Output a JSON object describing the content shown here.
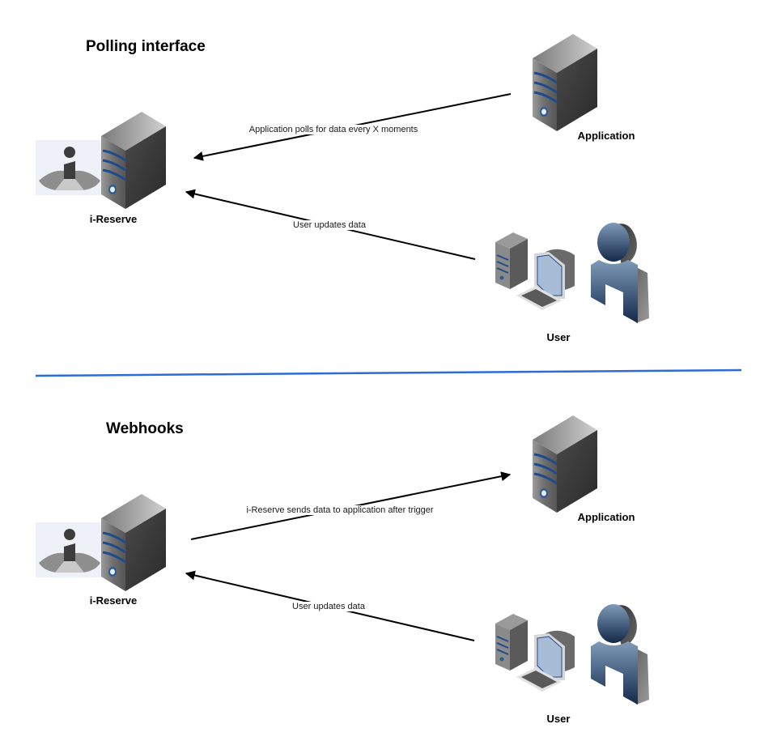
{
  "sections": [
    {
      "title": "Polling interface",
      "nodes": {
        "ireserve": {
          "label": "i-Reserve",
          "icons": [
            "ireserve-logo-icon",
            "server-icon"
          ]
        },
        "application": {
          "label": "Application",
          "icons": [
            "server-icon"
          ]
        },
        "user": {
          "label": "User",
          "icons": [
            "workstation-icon",
            "person-icon"
          ]
        }
      },
      "edges": [
        {
          "label": "Application polls for data every X moments",
          "from": "Application",
          "to": "i-Reserve"
        },
        {
          "label": "User updates data",
          "from": "User",
          "to": "i-Reserve"
        }
      ]
    },
    {
      "title": "Webhooks",
      "nodes": {
        "ireserve": {
          "label": "i-Reserve",
          "icons": [
            "ireserve-logo-icon",
            "server-icon"
          ]
        },
        "application": {
          "label": "Application",
          "icons": [
            "server-icon"
          ]
        },
        "user": {
          "label": "User",
          "icons": [
            "workstation-icon",
            "person-icon"
          ]
        }
      },
      "edges": [
        {
          "label": "i-Reserve sends data to application after trigger",
          "from": "i-Reserve",
          "to": "Application"
        },
        {
          "label": "User updates data",
          "from": "User",
          "to": "i-Reserve"
        }
      ]
    }
  ],
  "colors": {
    "divider": "#2e6bd6",
    "arrow": "#000000",
    "server_stripe": "#1e4b8c",
    "person": "#2f4d6e"
  }
}
